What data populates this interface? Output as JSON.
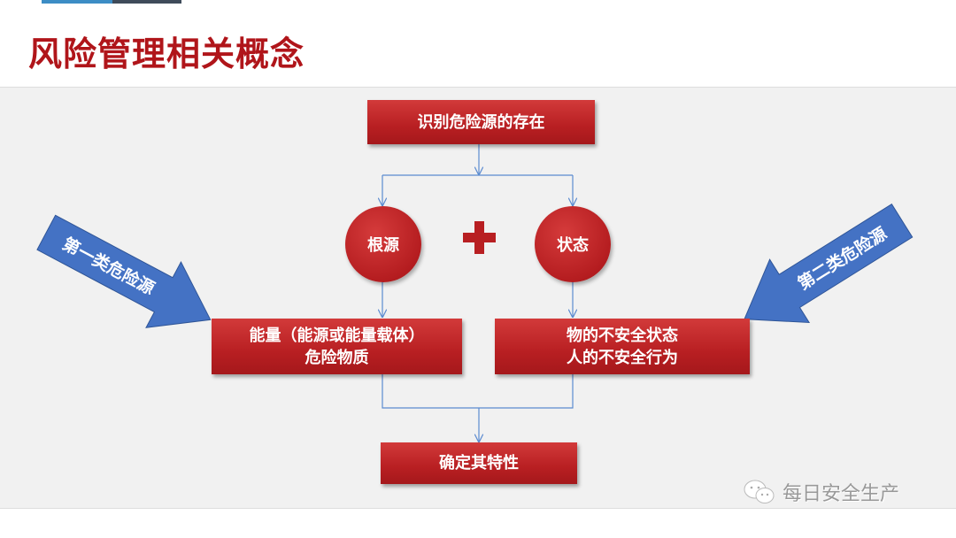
{
  "title": "风险管理相关概念",
  "top_box": "识别危险源的存在",
  "circles": {
    "left": "根源",
    "right": "状态"
  },
  "plus_icon": "plus-icon",
  "left_box": {
    "line1": "能量（能源或能量载体）",
    "line2": "危险物质"
  },
  "right_box": {
    "line1": "物的不安全状态",
    "line2": "人的不安全行为"
  },
  "bottom_box": "确定其特性",
  "left_arrow": "第一类危险源",
  "right_arrow": "第二类危险源",
  "watermark": "每日安全生产",
  "colors": {
    "red": "#b81f22",
    "blue_arrow": "#4472c4",
    "line": "#5b8bd0"
  }
}
